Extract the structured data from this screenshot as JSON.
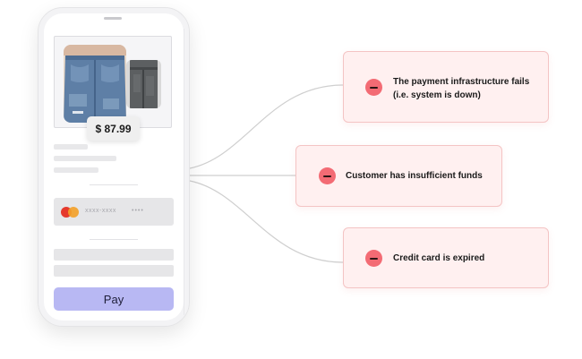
{
  "phone": {
    "price": "$ 87.99",
    "card_number_masked": "xxxx-xxxx",
    "card_last_masked": "••••",
    "pay_label": "Pay"
  },
  "failures": [
    {
      "line1": "The payment infrastructure fails",
      "line2": "(i.e. system is down)"
    },
    {
      "line1": "Customer has insufficient funds"
    },
    {
      "line1": "Credit card is expired"
    }
  ],
  "colors": {
    "pay_button": "#b8b8f3",
    "failure_box_fill": "#fff0f0",
    "failure_box_border": "#f4c4c4",
    "minus_icon": "#f36b74",
    "connector_line": "#cfcfcf"
  },
  "icons": {
    "card_brand": "mastercard-icon",
    "failure_marker": "minus-circle-icon"
  }
}
